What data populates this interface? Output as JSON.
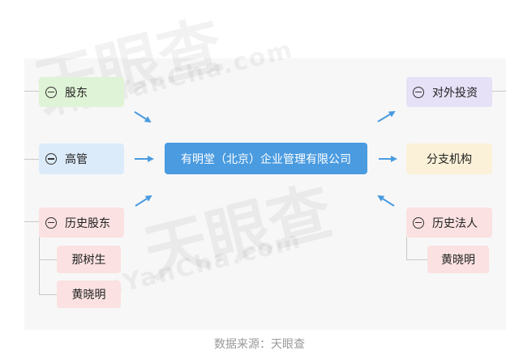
{
  "watermark": {
    "brand": "天眼查",
    "site": "TianYanCha.com"
  },
  "center": {
    "label": "有明堂（北京）企业管理有限公司"
  },
  "left_nodes": {
    "shareholders": {
      "label": "股东"
    },
    "executives": {
      "label": "高管"
    },
    "history_shareholders": {
      "label": "历史股东",
      "children": [
        "那树生",
        "黄晓明"
      ]
    }
  },
  "right_nodes": {
    "investments": {
      "label": "对外投资"
    },
    "branches": {
      "label": "分支机构"
    },
    "history_legal": {
      "label": "历史法人",
      "children": [
        "黄晓明"
      ]
    }
  },
  "footer": {
    "source": "数据来源：天眼查"
  },
  "colors": {
    "center": "#4a9be0",
    "arrow": "#4a9be0",
    "green": "#dff3d6",
    "blue": "#dcebf9",
    "pink": "#fbe1e1",
    "purple": "#e7e1f7",
    "yellow": "#fbf1d8"
  }
}
